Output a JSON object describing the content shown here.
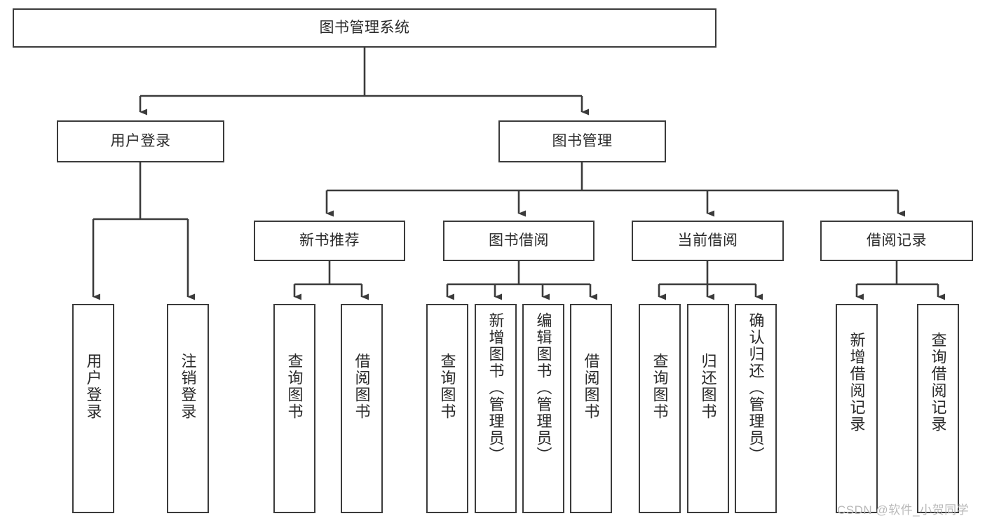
{
  "diagram": {
    "type": "tree-hierarchy-chart",
    "title": "图书管理系统",
    "colors": {
      "stroke": "#3b3b3b",
      "fill": "#ffffff",
      "text": "#2a2a2a",
      "watermark": "#b9b9b9"
    },
    "levels": {
      "root": {
        "label": "图书管理系统"
      },
      "level2": [
        {
          "label": "用户登录"
        },
        {
          "label": "图书管理"
        }
      ],
      "level3": [
        {
          "label": "新书推荐"
        },
        {
          "label": "图书借阅"
        },
        {
          "label": "当前借阅"
        },
        {
          "label": "借阅记录"
        }
      ],
      "leaves": {
        "user_login": [
          {
            "label": "用户登录"
          },
          {
            "label": "注销登录"
          }
        ],
        "new_book_recommend": [
          {
            "label": "查询图书"
          },
          {
            "label": "借阅图书"
          }
        ],
        "book_borrow": [
          {
            "label": "查询图书"
          },
          {
            "label": "新增图书（管理员）"
          },
          {
            "label": "编辑图书（管理员）"
          },
          {
            "label": "借阅图书"
          }
        ],
        "current_borrow": [
          {
            "label": "查询图书"
          },
          {
            "label": "归还图书"
          },
          {
            "label": "确认归还（管理员）"
          }
        ],
        "borrow_record": [
          {
            "label": "新增借阅记录"
          },
          {
            "label": "查询借阅记录"
          }
        ]
      }
    },
    "watermark": "CSDN @软件_小贺同学"
  }
}
